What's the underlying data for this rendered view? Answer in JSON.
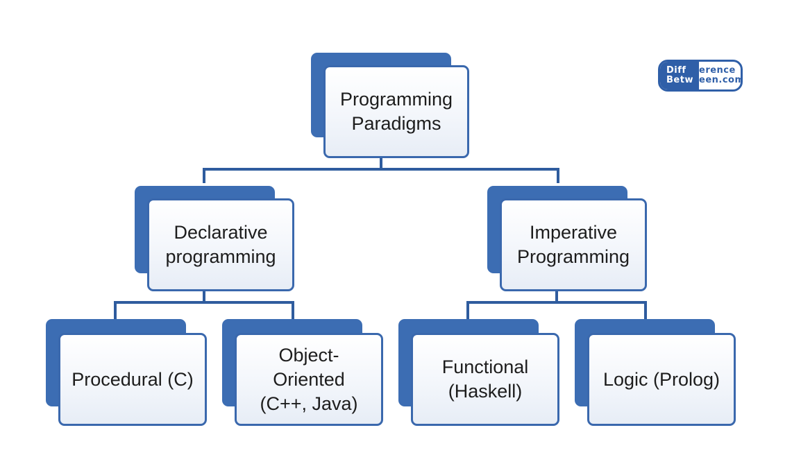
{
  "diagram": {
    "root": {
      "label": "Programming\nParadigms"
    },
    "branches": [
      {
        "label": "Declarative\nprogramming",
        "children": [
          {
            "label": "Procedural (C)"
          },
          {
            "label": "Object-\nOriented\n(C++, Java)"
          }
        ]
      },
      {
        "label": "Imperative\nProgramming",
        "children": [
          {
            "label": "Functional\n(Haskell)"
          },
          {
            "label": "Logic (Prolog)"
          }
        ]
      }
    ]
  },
  "logo": {
    "line1_left": "Diff",
    "line1_right": "erence",
    "line2_left": "Betw",
    "line2_right": "een.com"
  },
  "colors": {
    "box_shadow_blue": "#3c6db3",
    "box_border_blue": "#3a68ad",
    "connector_blue": "#2f5c9e"
  }
}
